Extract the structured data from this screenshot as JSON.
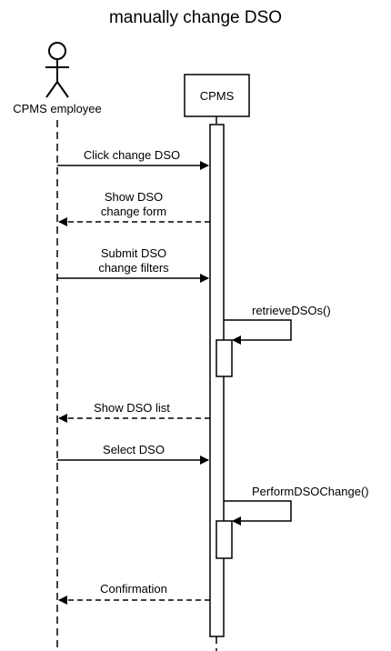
{
  "diagram": {
    "title": "manually change DSO",
    "actor": {
      "name": "CPMS employee"
    },
    "system": {
      "name": "CPMS"
    },
    "messages": [
      {
        "id": "click-change-dso",
        "lines": [
          "Click change DSO"
        ],
        "direction": "to-system",
        "style": "solid"
      },
      {
        "id": "show-dso-change-form",
        "lines": [
          "Show DSO",
          "change form"
        ],
        "direction": "to-actor",
        "style": "dashed"
      },
      {
        "id": "submit-dso-change-filters",
        "lines": [
          "Submit DSO",
          "change filters"
        ],
        "direction": "to-system",
        "style": "solid"
      },
      {
        "id": "retrieve-dsos",
        "lines": [
          "retrieveDSOs()"
        ],
        "direction": "self",
        "style": "solid"
      },
      {
        "id": "show-dso-list",
        "lines": [
          "Show DSO list"
        ],
        "direction": "to-actor",
        "style": "dashed"
      },
      {
        "id": "select-dso",
        "lines": [
          "Select DSO"
        ],
        "direction": "to-system",
        "style": "solid"
      },
      {
        "id": "perform-dso-change",
        "lines": [
          "PerformDSOChange()"
        ],
        "direction": "self",
        "style": "solid"
      },
      {
        "id": "confirmation",
        "lines": [
          "Confirmation"
        ],
        "direction": "to-actor",
        "style": "dashed"
      }
    ]
  }
}
